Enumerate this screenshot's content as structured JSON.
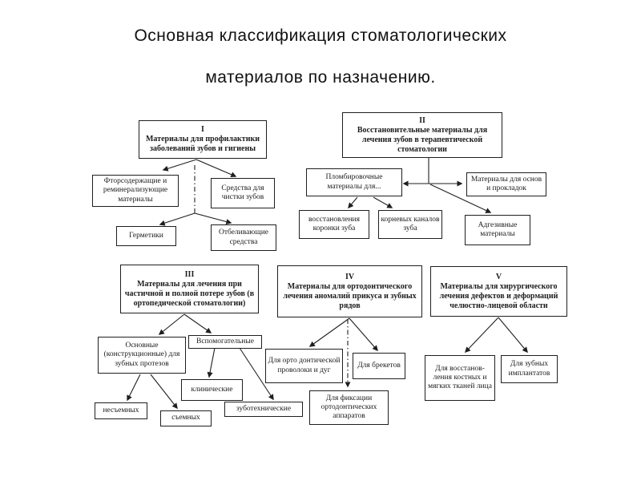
{
  "title": {
    "line1": "Основная классификация стоматологических",
    "line2": "материалов по назначению."
  },
  "sections": [
    {
      "numeral": "I",
      "label": "Материалы для профилактики заболеваний зубов и гигиены"
    },
    {
      "numeral": "II",
      "label": "Восстановительные материалы для лечения зубов в терапевтической стоматологии"
    },
    {
      "numeral": "III",
      "label": "Материалы для лечения при частичной и полной потере зубов (в ортопедической стоматологии)"
    },
    {
      "numeral": "IV",
      "label": "Материалы для ортодонтического лечения аномалий прикуса и зубных рядов"
    },
    {
      "numeral": "V",
      "label": "Материалы для хирургического лечения дефектов и деформаций челюстно-лицевой области"
    }
  ],
  "nodes": {
    "fluoride": "Фторсодержащие и реминерализующие материалы",
    "cleaning": "Средства для чистки зубов",
    "sealants": "Герметики",
    "whitening": "Отбеливающие средства",
    "filling": "Пломбировочные материалы для...",
    "bases": "Материалы для основ и прокладок",
    "crown": "восстановления коронки зуба",
    "root": "корневых каналов зуба",
    "adhesive": "Адгезивные материалы",
    "main_structural": "Основные (конструкционные) для зубных протезов",
    "auxiliary": "Вспомогательные",
    "clinical": "клинические",
    "fixed": "несъемных",
    "removable": "съемных",
    "dental_lab": "зуботехнические",
    "ortho_wire": "Для орто донтической проволоки и дуг",
    "brackets": "Для брекетов",
    "fixation": "Для фиксации ортодонтических аппаратов",
    "bone_tissue": "Для восстанов- ления костных и мягких тканей лица",
    "implants": "Для зубных имплантатов"
  },
  "colors": {
    "ink": "#1c1c1c",
    "background": "#ffffff"
  }
}
